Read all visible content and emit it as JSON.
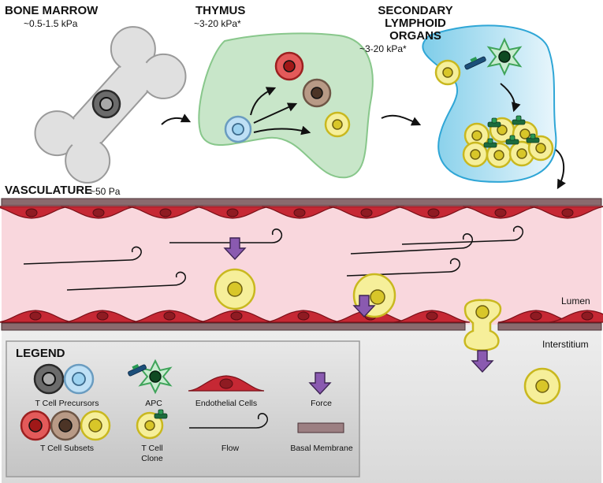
{
  "organs": {
    "bone_marrow": {
      "title": "BONE MARROW",
      "stiffness": "~0.5-1.5 kPa"
    },
    "thymus": {
      "title": "THYMUS",
      "stiffness": "~3-20 kPa*"
    },
    "secondary": {
      "title_line1": "SECONDARY",
      "title_line2": "LYMPHOID",
      "title_line3": "ORGANS",
      "stiffness": "~3-20 kPa*"
    }
  },
  "vasculature": {
    "title": "VASCULATURE",
    "stiffness": "~50 Pa",
    "lumen_label": "Lumen",
    "interstitium_label": "Interstitium"
  },
  "legend": {
    "title": "LEGEND",
    "items": {
      "precursors": "T Cell Precursors",
      "apc": "APC",
      "endothelial": "Endothelial Cells",
      "force": "Force",
      "subsets": "T Cell Subsets",
      "clone_line1": "T Cell",
      "clone_line2": "Clone",
      "flow": "Flow",
      "basal": "Basal Membrane"
    }
  },
  "colors": {
    "precursor_dark": "#5a5a5a",
    "precursor_light": "#bfe0f5",
    "subset_red": "#e35a5a",
    "subset_brown": "#b89a86",
    "subset_yellow": "#f6ef9a",
    "endothelial": "#c62834",
    "lumen": "#f9d7dd",
    "thymus_fill": "#c8e6c9",
    "lymphoid_fill": "#9fd8ef",
    "force_arrow": "#8a5ab0",
    "basal_membrane": "#9c7f82"
  }
}
